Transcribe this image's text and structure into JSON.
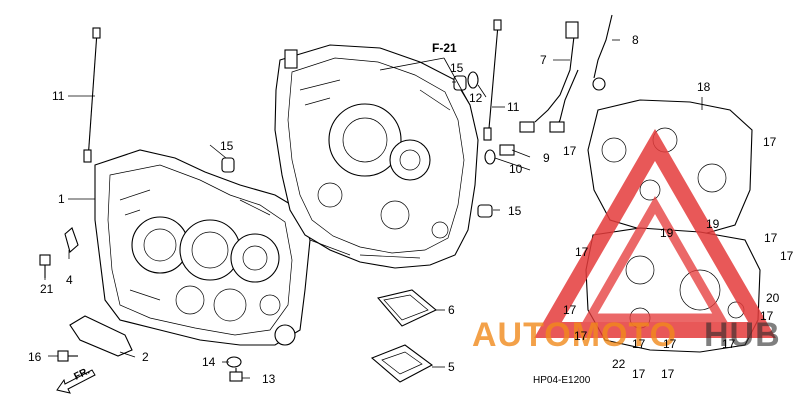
{
  "diagram": {
    "code": "HP04-E1200",
    "reference": "F-21",
    "callouts": {
      "c1": "1",
      "c2": "2",
      "c4": "4",
      "c5": "5",
      "c6": "6",
      "c7": "7",
      "c8": "8",
      "c9": "9",
      "c10": "10",
      "c11a": "11",
      "c11b": "11",
      "c12": "12",
      "c13": "13",
      "c14": "14",
      "c15a": "15",
      "c15b": "15",
      "c15c": "15",
      "c16": "16",
      "c17a": "17",
      "c17b": "17",
      "c17c": "17",
      "c17d": "17",
      "c17e": "17",
      "c17f": "17",
      "c17g": "17",
      "c17h": "17",
      "c17i": "17",
      "c17j": "17",
      "c17k": "17",
      "c17l": "17",
      "c17m": "17",
      "c18": "18",
      "c19a": "19",
      "c19b": "19",
      "c20": "20",
      "c21": "21",
      "c22": "22"
    },
    "direction_label": "FR."
  },
  "watermark": {
    "left": "AUTOMOTO",
    "right": "HUB",
    "accent_color": "#f08a1c",
    "dark_color": "#2a2a2a",
    "triangle_color": "#e43b3b"
  }
}
